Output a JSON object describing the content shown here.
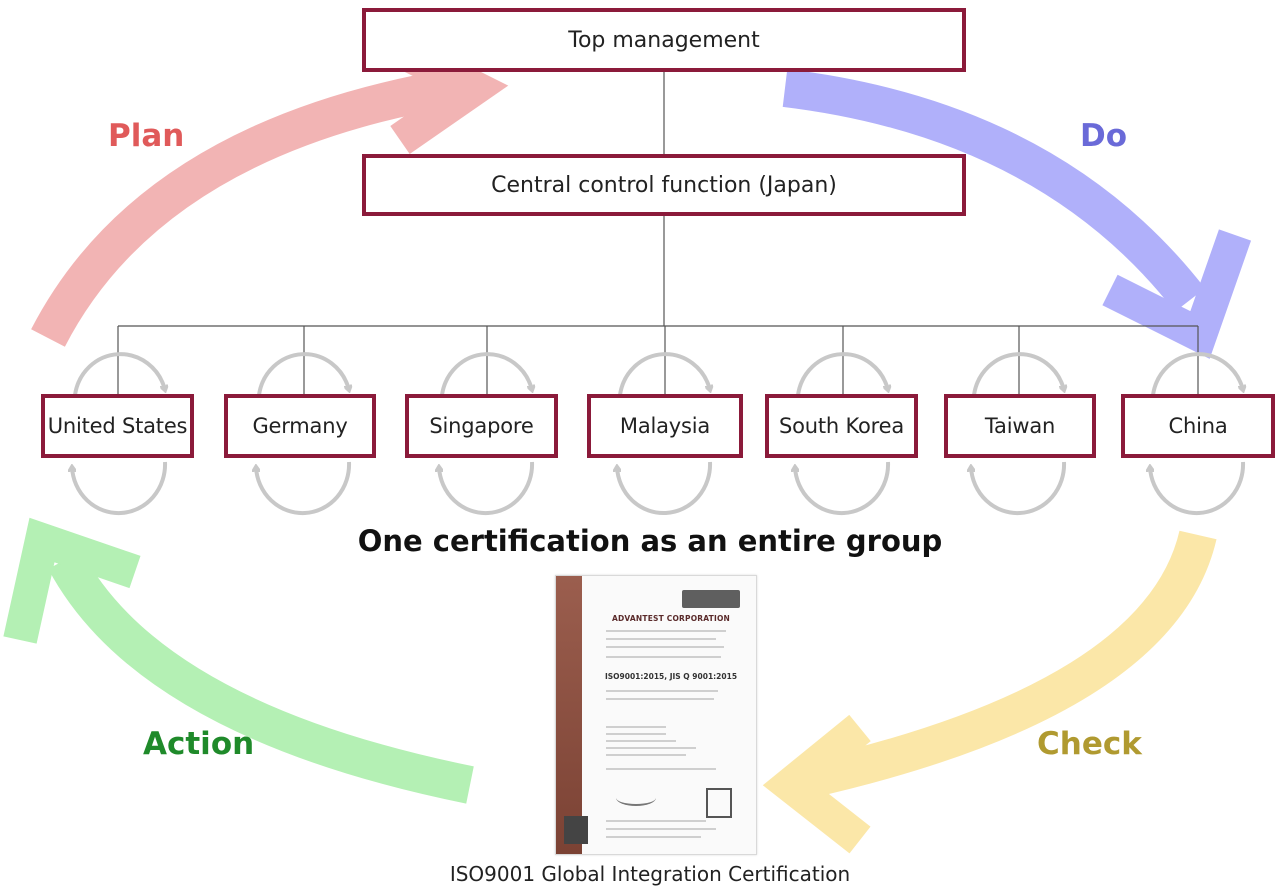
{
  "top_management": "Top management",
  "central_function": "Central control function (Japan)",
  "countries": [
    "United States",
    "Germany",
    "Singapore",
    "Malaysia",
    "South Korea",
    "Taiwan",
    "China"
  ],
  "pdca": {
    "plan": "Plan",
    "do": "Do",
    "check": "Check",
    "action": "Action"
  },
  "headline": "One certification as an entire group",
  "certificate": {
    "company": "ADVANTEST CORPORATION",
    "standard": "ISO9001:2015, JIS Q 9001:2015"
  },
  "caption": "ISO9001 Global Integration Certification",
  "colors": {
    "box_border": "#8b1a3a",
    "plan": "#e05a5a",
    "do": "#6a6ad8",
    "check": "#b09a30",
    "action": "#1f8a2a"
  }
}
